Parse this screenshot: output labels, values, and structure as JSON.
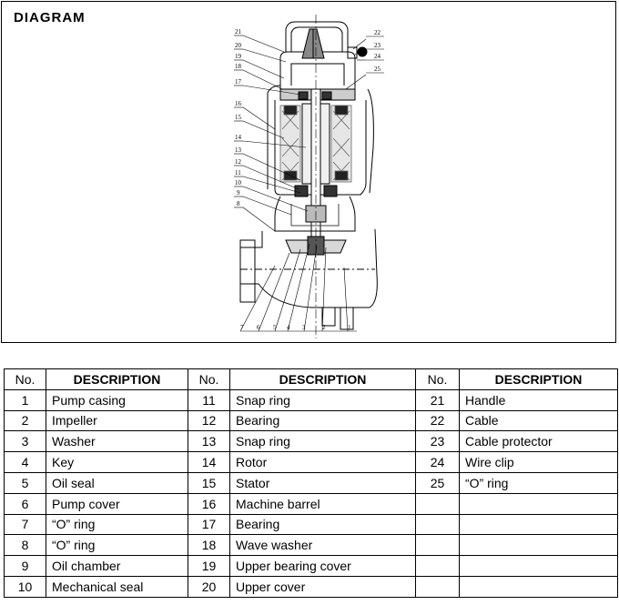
{
  "diagram": {
    "title": "DIAGRAM",
    "callouts_left": [
      "21",
      "20",
      "19",
      "18",
      "17",
      "16",
      "15",
      "14",
      "13",
      "12",
      "11",
      "10",
      "9",
      "8"
    ],
    "callouts_right": [
      "22",
      "23",
      "24",
      "25"
    ],
    "callouts_bottom": [
      "7",
      "6",
      "5",
      "4",
      "3",
      "2",
      "1"
    ]
  },
  "table": {
    "headers": [
      "No.",
      "DESCRIPTION",
      "No.",
      "DESCRIPTION",
      "No.",
      "DESCRIPTION"
    ],
    "rows": [
      [
        "1",
        "Pump casing",
        "11",
        "Snap ring",
        "21",
        "Handle"
      ],
      [
        "2",
        "Impeller",
        "12",
        "Bearing",
        "22",
        "Cable"
      ],
      [
        "3",
        "Washer",
        "13",
        "Snap ring",
        "23",
        "Cable protector"
      ],
      [
        "4",
        "Key",
        "14",
        "Rotor",
        "24",
        "Wire clip"
      ],
      [
        "5",
        "Oil seal",
        "15",
        "Stator",
        "25",
        "“O” ring"
      ],
      [
        "6",
        "Pump cover",
        "16",
        "Machine barrel",
        "",
        ""
      ],
      [
        "7",
        "“O” ring",
        "17",
        "Bearing",
        "",
        ""
      ],
      [
        "8",
        "“O” ring",
        "18",
        "Wave washer",
        "",
        ""
      ],
      [
        "9",
        "Oil chamber",
        "19",
        "Upper bearing cover",
        "",
        ""
      ],
      [
        "10",
        "Mechanical seal",
        "20",
        "Upper cover",
        "",
        ""
      ]
    ]
  }
}
